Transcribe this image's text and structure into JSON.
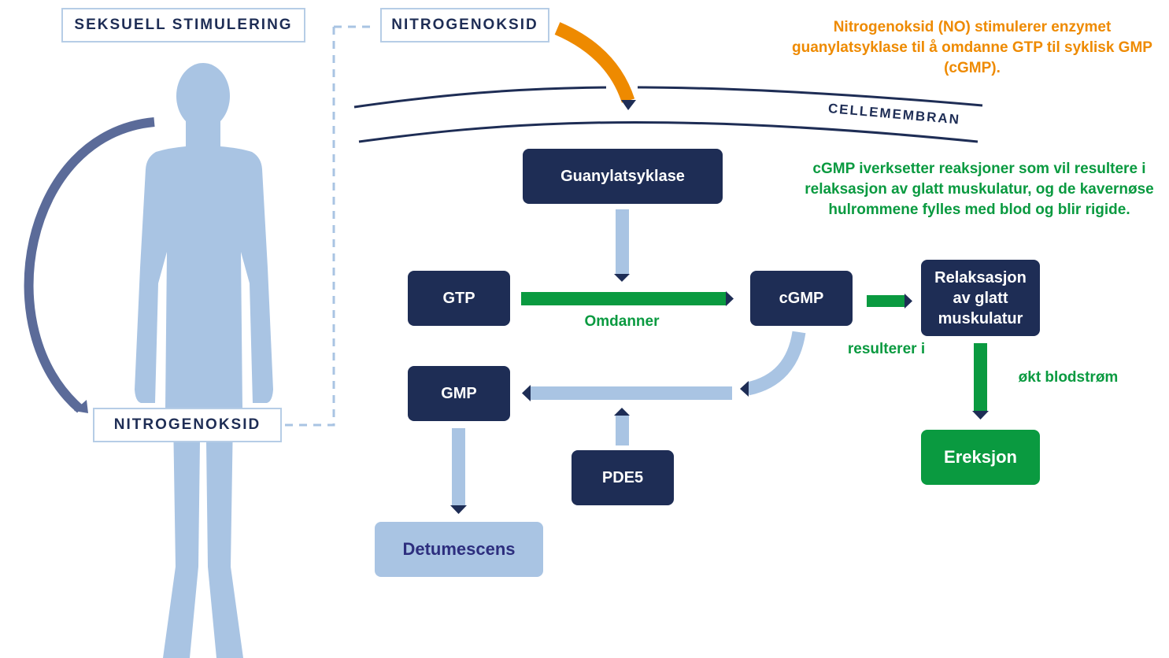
{
  "labels": {
    "sexual_stimulation": "SEKSUELL STIMULERING",
    "no_top": "NITROGENOKSID",
    "no_body": "NITROGENOKSID",
    "membrane": "CELLEMEMBRAN"
  },
  "annotations": {
    "no_info": "Nitrogenoksid (NO) stimulerer enzymet guanylatsyklase til å omdanne GTP til syklisk GMP (cGMP).",
    "cgmp_info": "cGMP iverksetter reaksjoner som vil resultere i relaksasjon av glatt muskulatur, og de kavernøse hulrommene fylles med blod og blir rigide."
  },
  "nodes": {
    "guanylate": "Guanylatsyklase",
    "gtp": "GTP",
    "cgmp": "cGMP",
    "relaxation": "Relaksasjon av glatt muskulatur",
    "gmp": "GMP",
    "pde5": "PDE5",
    "detumescence": "Detumescens",
    "erection": "Ereksjon"
  },
  "edges": {
    "converts": "Omdanner",
    "results_in": "resulterer i",
    "increased_blood_flow": "økt blodstrøm"
  },
  "colors": {
    "navy": "#1e2d55",
    "green": "#0a9a40",
    "orange": "#ee8a00",
    "light_blue": "#a9c4e3",
    "figure": "#a9c4e3",
    "arc": "#5b6b99"
  }
}
